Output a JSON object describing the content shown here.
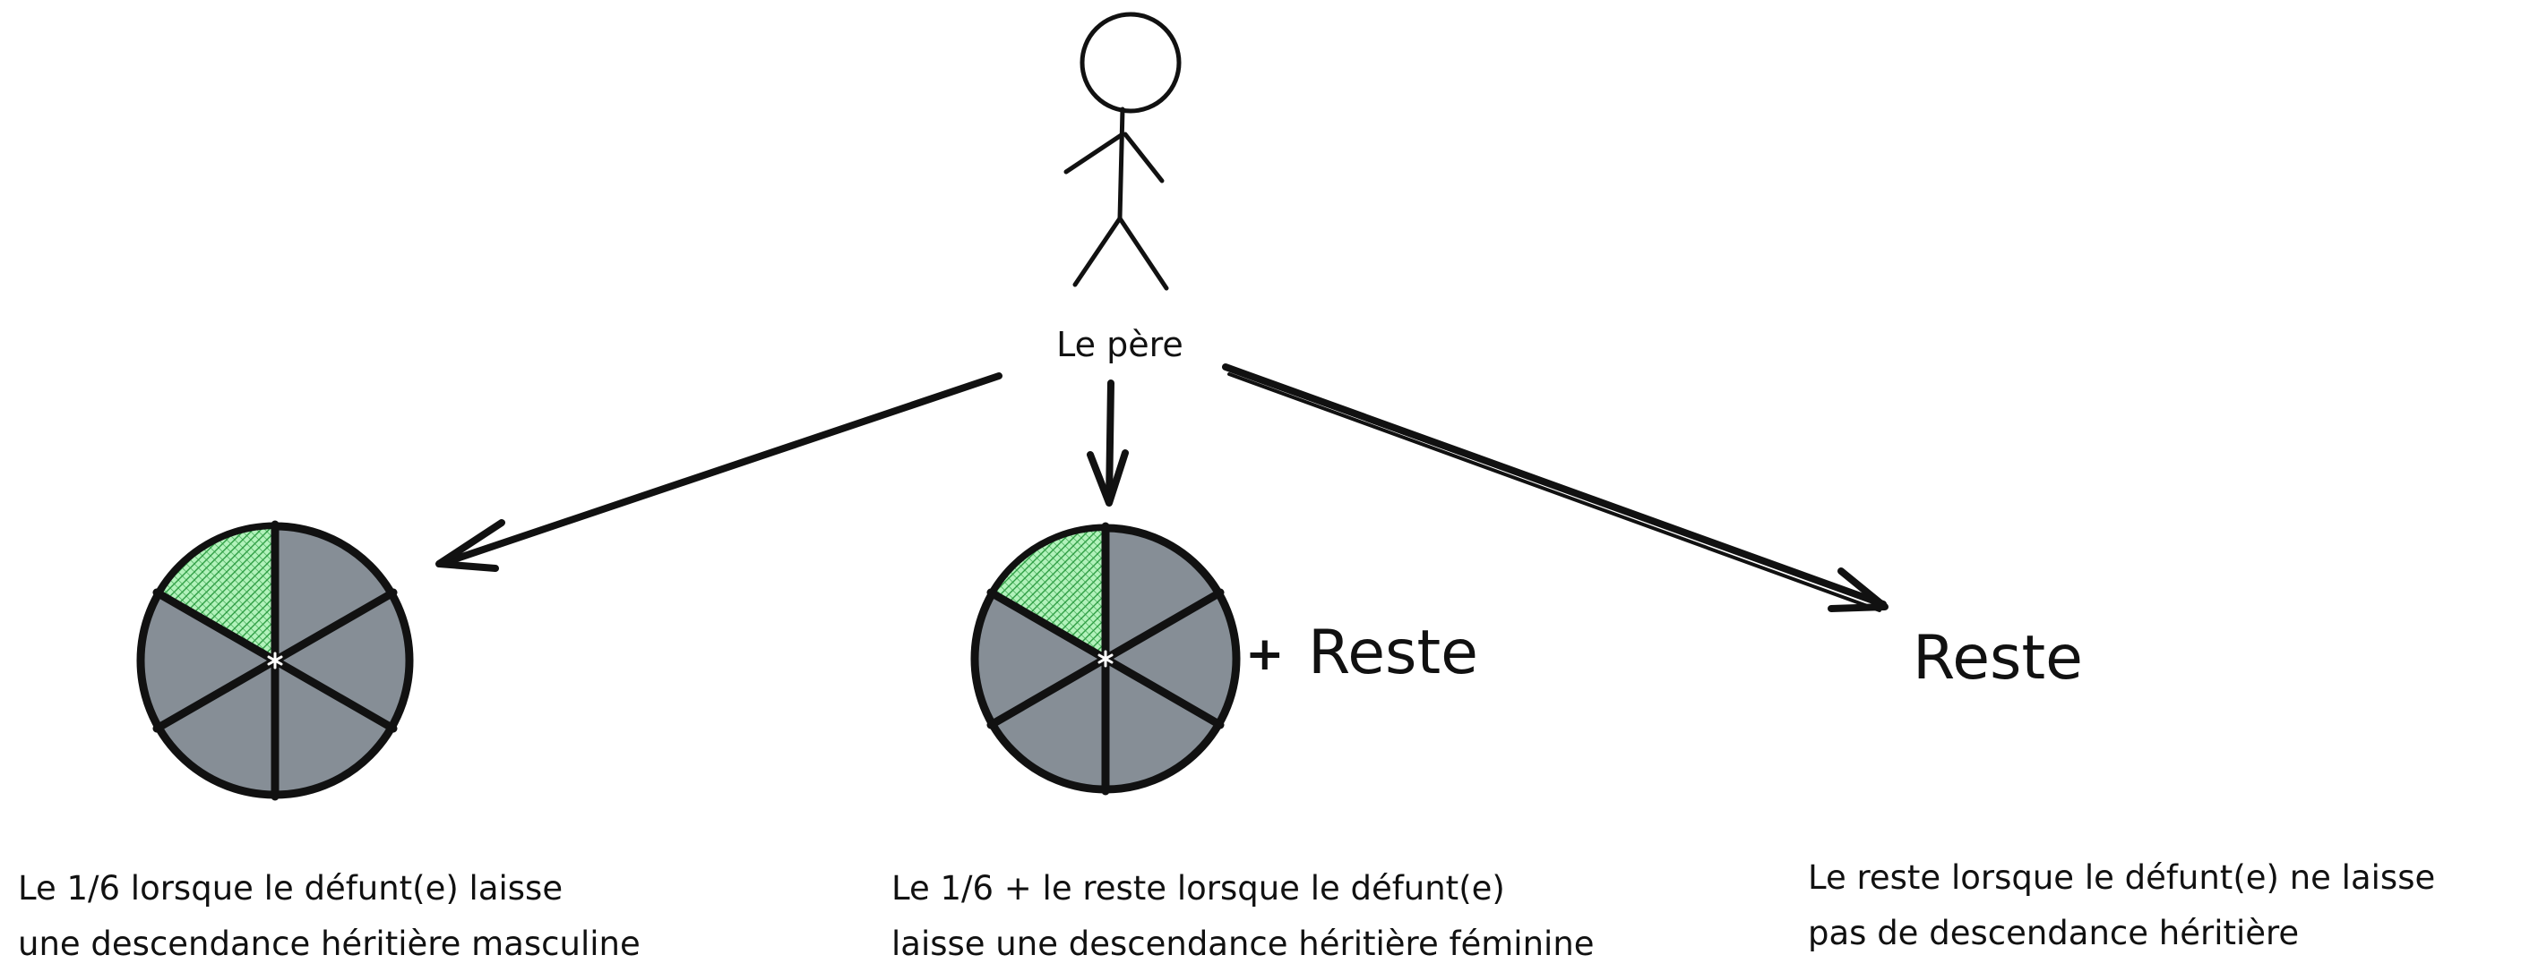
{
  "figure": {
    "person_label": "Le père",
    "plus_sign": "+",
    "middle_extra": "Reste",
    "right_result": "Reste"
  },
  "captions": {
    "left": {
      "line1": "Le 1/6 lorsque le défunt(e) laisse",
      "line2": "une descendance héritière masculine"
    },
    "middle": {
      "line1": "Le 1/6 + le reste lorsque le défunt(e)",
      "line2": "laisse une descendance héritière féminine"
    },
    "right": {
      "line1": "Le reste lorsque le défunt(e) ne laisse",
      "line2": "pas de descendance héritière"
    }
  },
  "pies": {
    "slices": 6,
    "highlighted_slice_share": "1/6"
  },
  "colors": {
    "stroke": "#111111",
    "slice_fill": "#868e96",
    "highlight_fill": "#b2f2bb",
    "highlight_hatch": "#2f9e44"
  }
}
